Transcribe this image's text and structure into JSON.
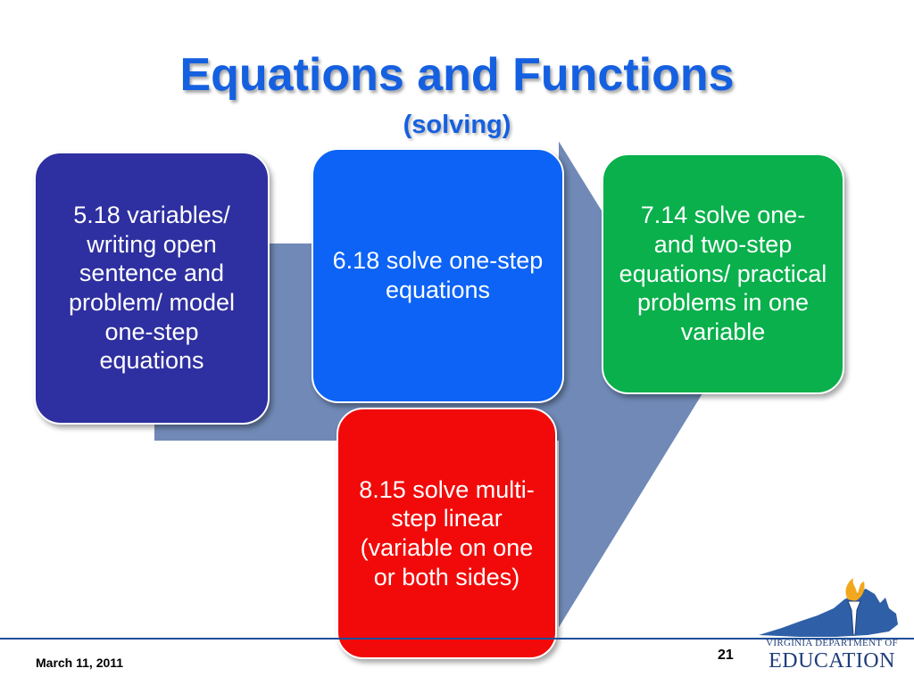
{
  "slide": {
    "title": "Equations and Functions",
    "subtitle": "(solving)"
  },
  "boxes": [
    {
      "text": "5.18 variables/ writing open sentence and problem/ model one-step equations",
      "color": "#2e2fa0"
    },
    {
      "text": "6.18 solve one-step equations",
      "color": "#0c63f5"
    },
    {
      "text": "7.14 solve one- and two-step equations/ practical problems in one variable",
      "color": "#09b04b"
    },
    {
      "text": "8.15 solve multi-step linear (variable on one or both sides)",
      "color": "#f20a0a"
    }
  ],
  "arrow_color": "#7089b6",
  "footer": {
    "date": "March 11, 2011",
    "page_number": "21",
    "rule_color": "#1f4e9a"
  },
  "logo": {
    "line1": "VIRGINIA DEPARTMENT OF",
    "line2": "EDUCATION",
    "color": "#1f3d7a",
    "icon": "virginia-torch-logo"
  }
}
